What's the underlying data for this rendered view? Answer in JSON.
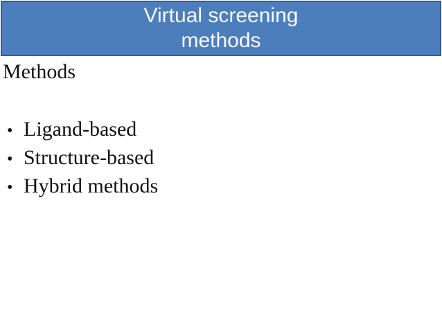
{
  "slide": {
    "title": {
      "line1": "Virtual screening",
      "line2": "methods"
    },
    "body": {
      "heading": "Methods",
      "bullet_char": "•",
      "bullets": [
        "Ligand-based",
        "Structure-based",
        "Hybrid methods"
      ]
    },
    "colors": {
      "banner_fill": "#4C7EBD",
      "banner_border": "#395D8A",
      "title_text": "#FCFCFC",
      "body_text": "#111111",
      "background": "#FFFFFF"
    }
  }
}
